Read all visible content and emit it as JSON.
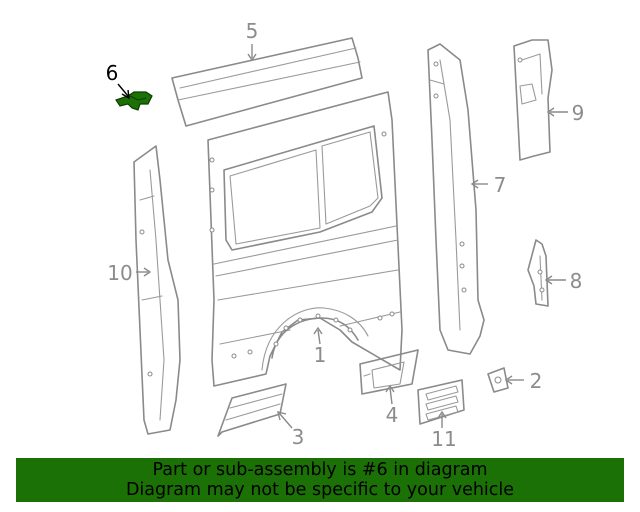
{
  "colors": {
    "line": "#8a8a8a",
    "highlight": "#1b7006",
    "banner_bg": "#1b7006",
    "banner_text": "#000000",
    "callout_text": "#8c8c8c"
  },
  "callouts": {
    "c1": "1",
    "c2": "2",
    "c3": "3",
    "c4": "4",
    "c5": "5",
    "c6": "6",
    "c7": "7",
    "c8": "8",
    "c9": "9",
    "c10": "10",
    "c11": "11"
  },
  "highlighted_part": "6",
  "banner": {
    "line1": "Part or sub-assembly is #6 in diagram",
    "line2": "Diagram may not be specific to your vehicle"
  }
}
